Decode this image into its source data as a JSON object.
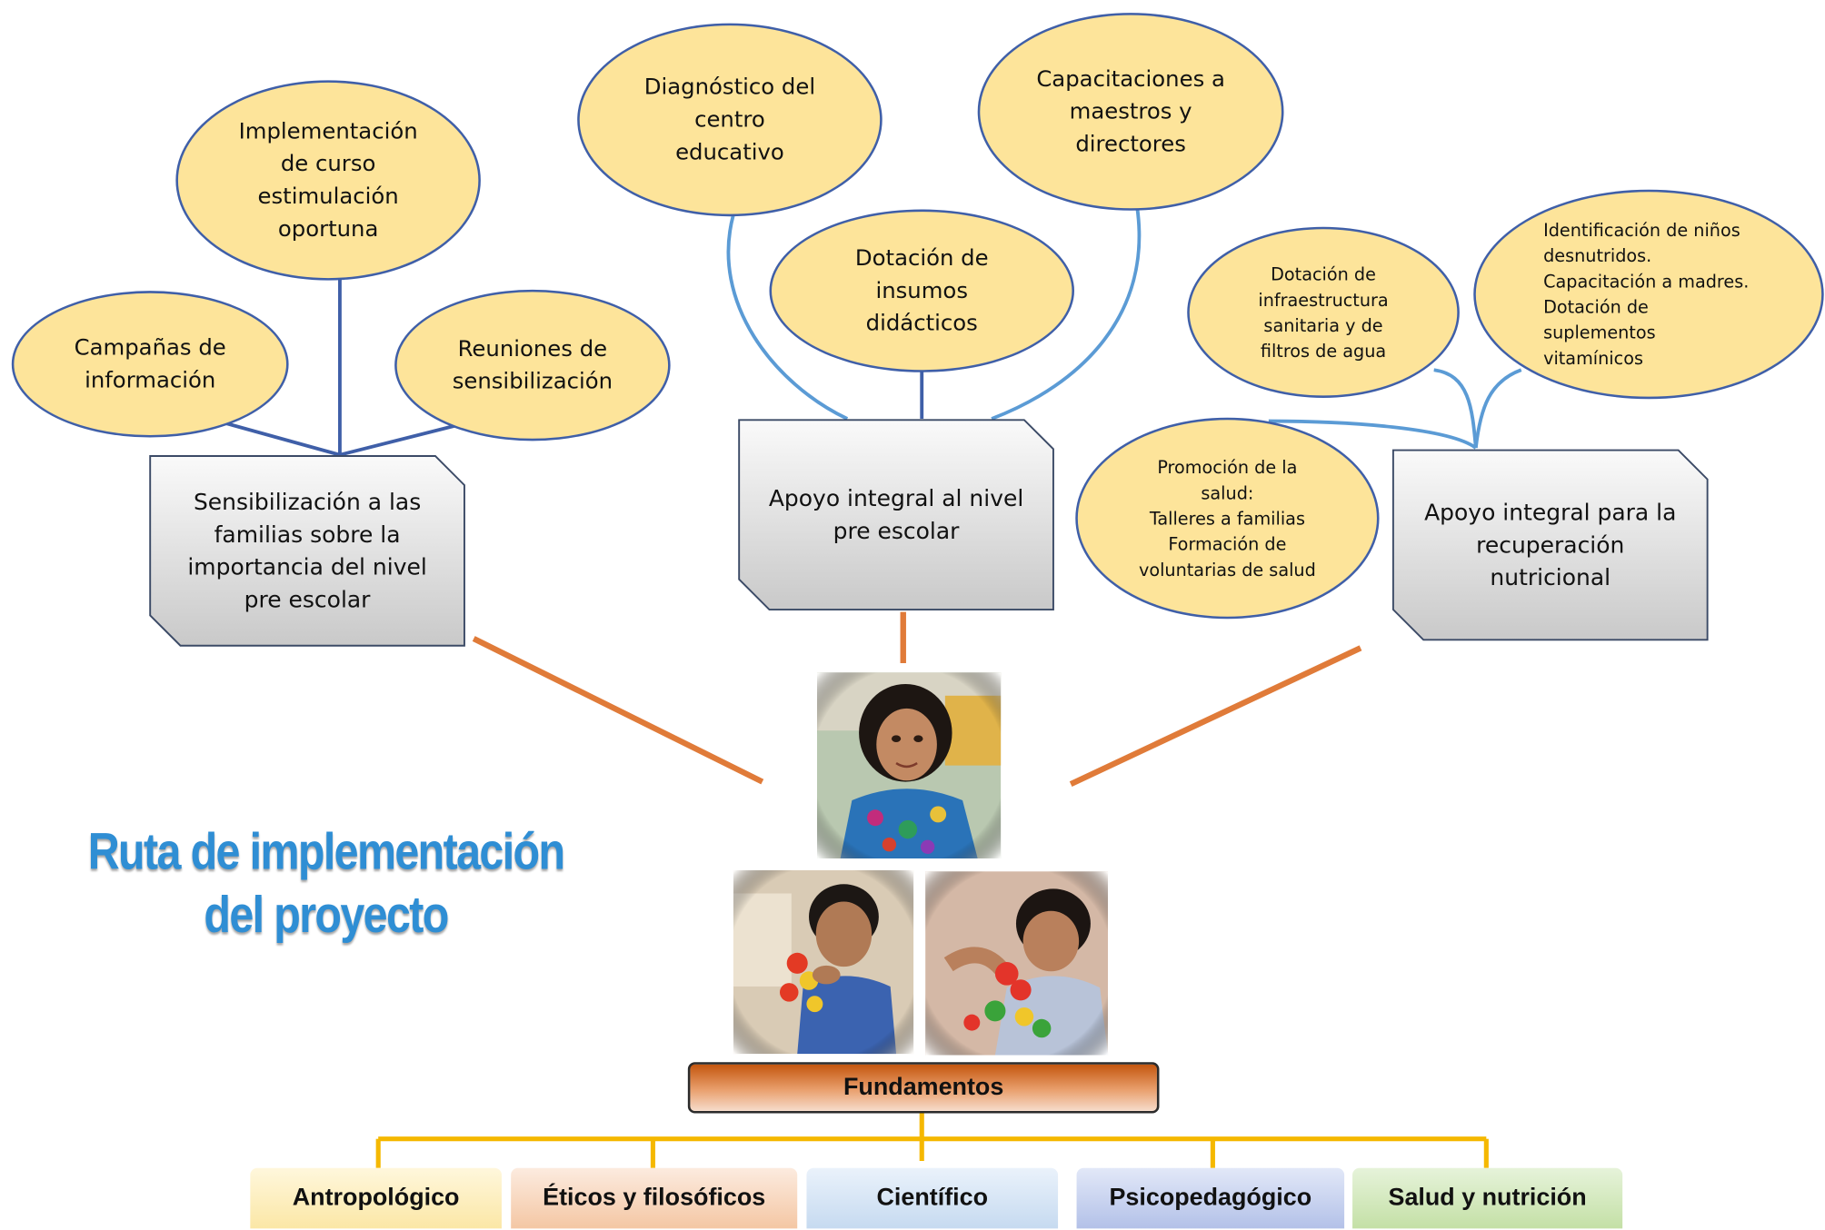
{
  "title": {
    "line1": "Ruta de implementación",
    "line2": "del proyecto"
  },
  "groups": {
    "sensibilizacion": {
      "main": "Sensibilización a las familias sobre la importancia del nivel pre escolar",
      "items": {
        "campanas": "Campañas de\ninformación",
        "curso": "Implementación\nde curso\nestimulación\noportuna",
        "reuniones": "Reuniones de\nsensibilización"
      }
    },
    "preescolar": {
      "main": "Apoyo integral al nivel pre escolar",
      "items": {
        "diagnostico": "Diagnóstico del\ncentro\neducativo",
        "capacitaciones": "Capacitaciones a\nmaestros y\ndirectores",
        "dotacion": "Dotación de\ninsumos\ndidácticos"
      }
    },
    "nutricion": {
      "main": "Apoyo integral para la recuperación nutricional",
      "items": {
        "infraestructura": "Dotación de\ninfraestructura\nsanitaria y de\nfiltros de agua",
        "identificacion": "Identificación de niños\ndesnutridos.\nCapacitación a madres.\nDotación de\nsuplementos\nvitamínicos",
        "promocion": "Promoción de la\nsalud:\nTalleres a familias\nFormación de\nvoluntarias de salud"
      }
    }
  },
  "fundamentos": {
    "label": "Fundamentos",
    "categories": [
      "Antropológico",
      "Éticos y filosóficos",
      "Científico",
      "Psicopedagógico",
      "Salud y nutrición"
    ]
  },
  "colors": {
    "ellipse_fill": "#fde49a",
    "ellipse_border": "#3f5fa8",
    "connector_blue": "#3f5fa8",
    "connector_light_blue": "#5b9bd5",
    "connector_orange": "#e07b39",
    "connector_gold": "#f5b800",
    "title": "#2f8ed4",
    "cat_antropologico": "#fbe7a6",
    "cat_eticos": "#f4c7a4",
    "cat_cientifico": "#c6daf0",
    "cat_psicopedagogico": "#b3c1e8",
    "cat_salud": "#c4e0a6"
  },
  "photos": [
    "girl-smiling-photo",
    "boy-with-toy-photo",
    "girl-with-toy-photo"
  ]
}
